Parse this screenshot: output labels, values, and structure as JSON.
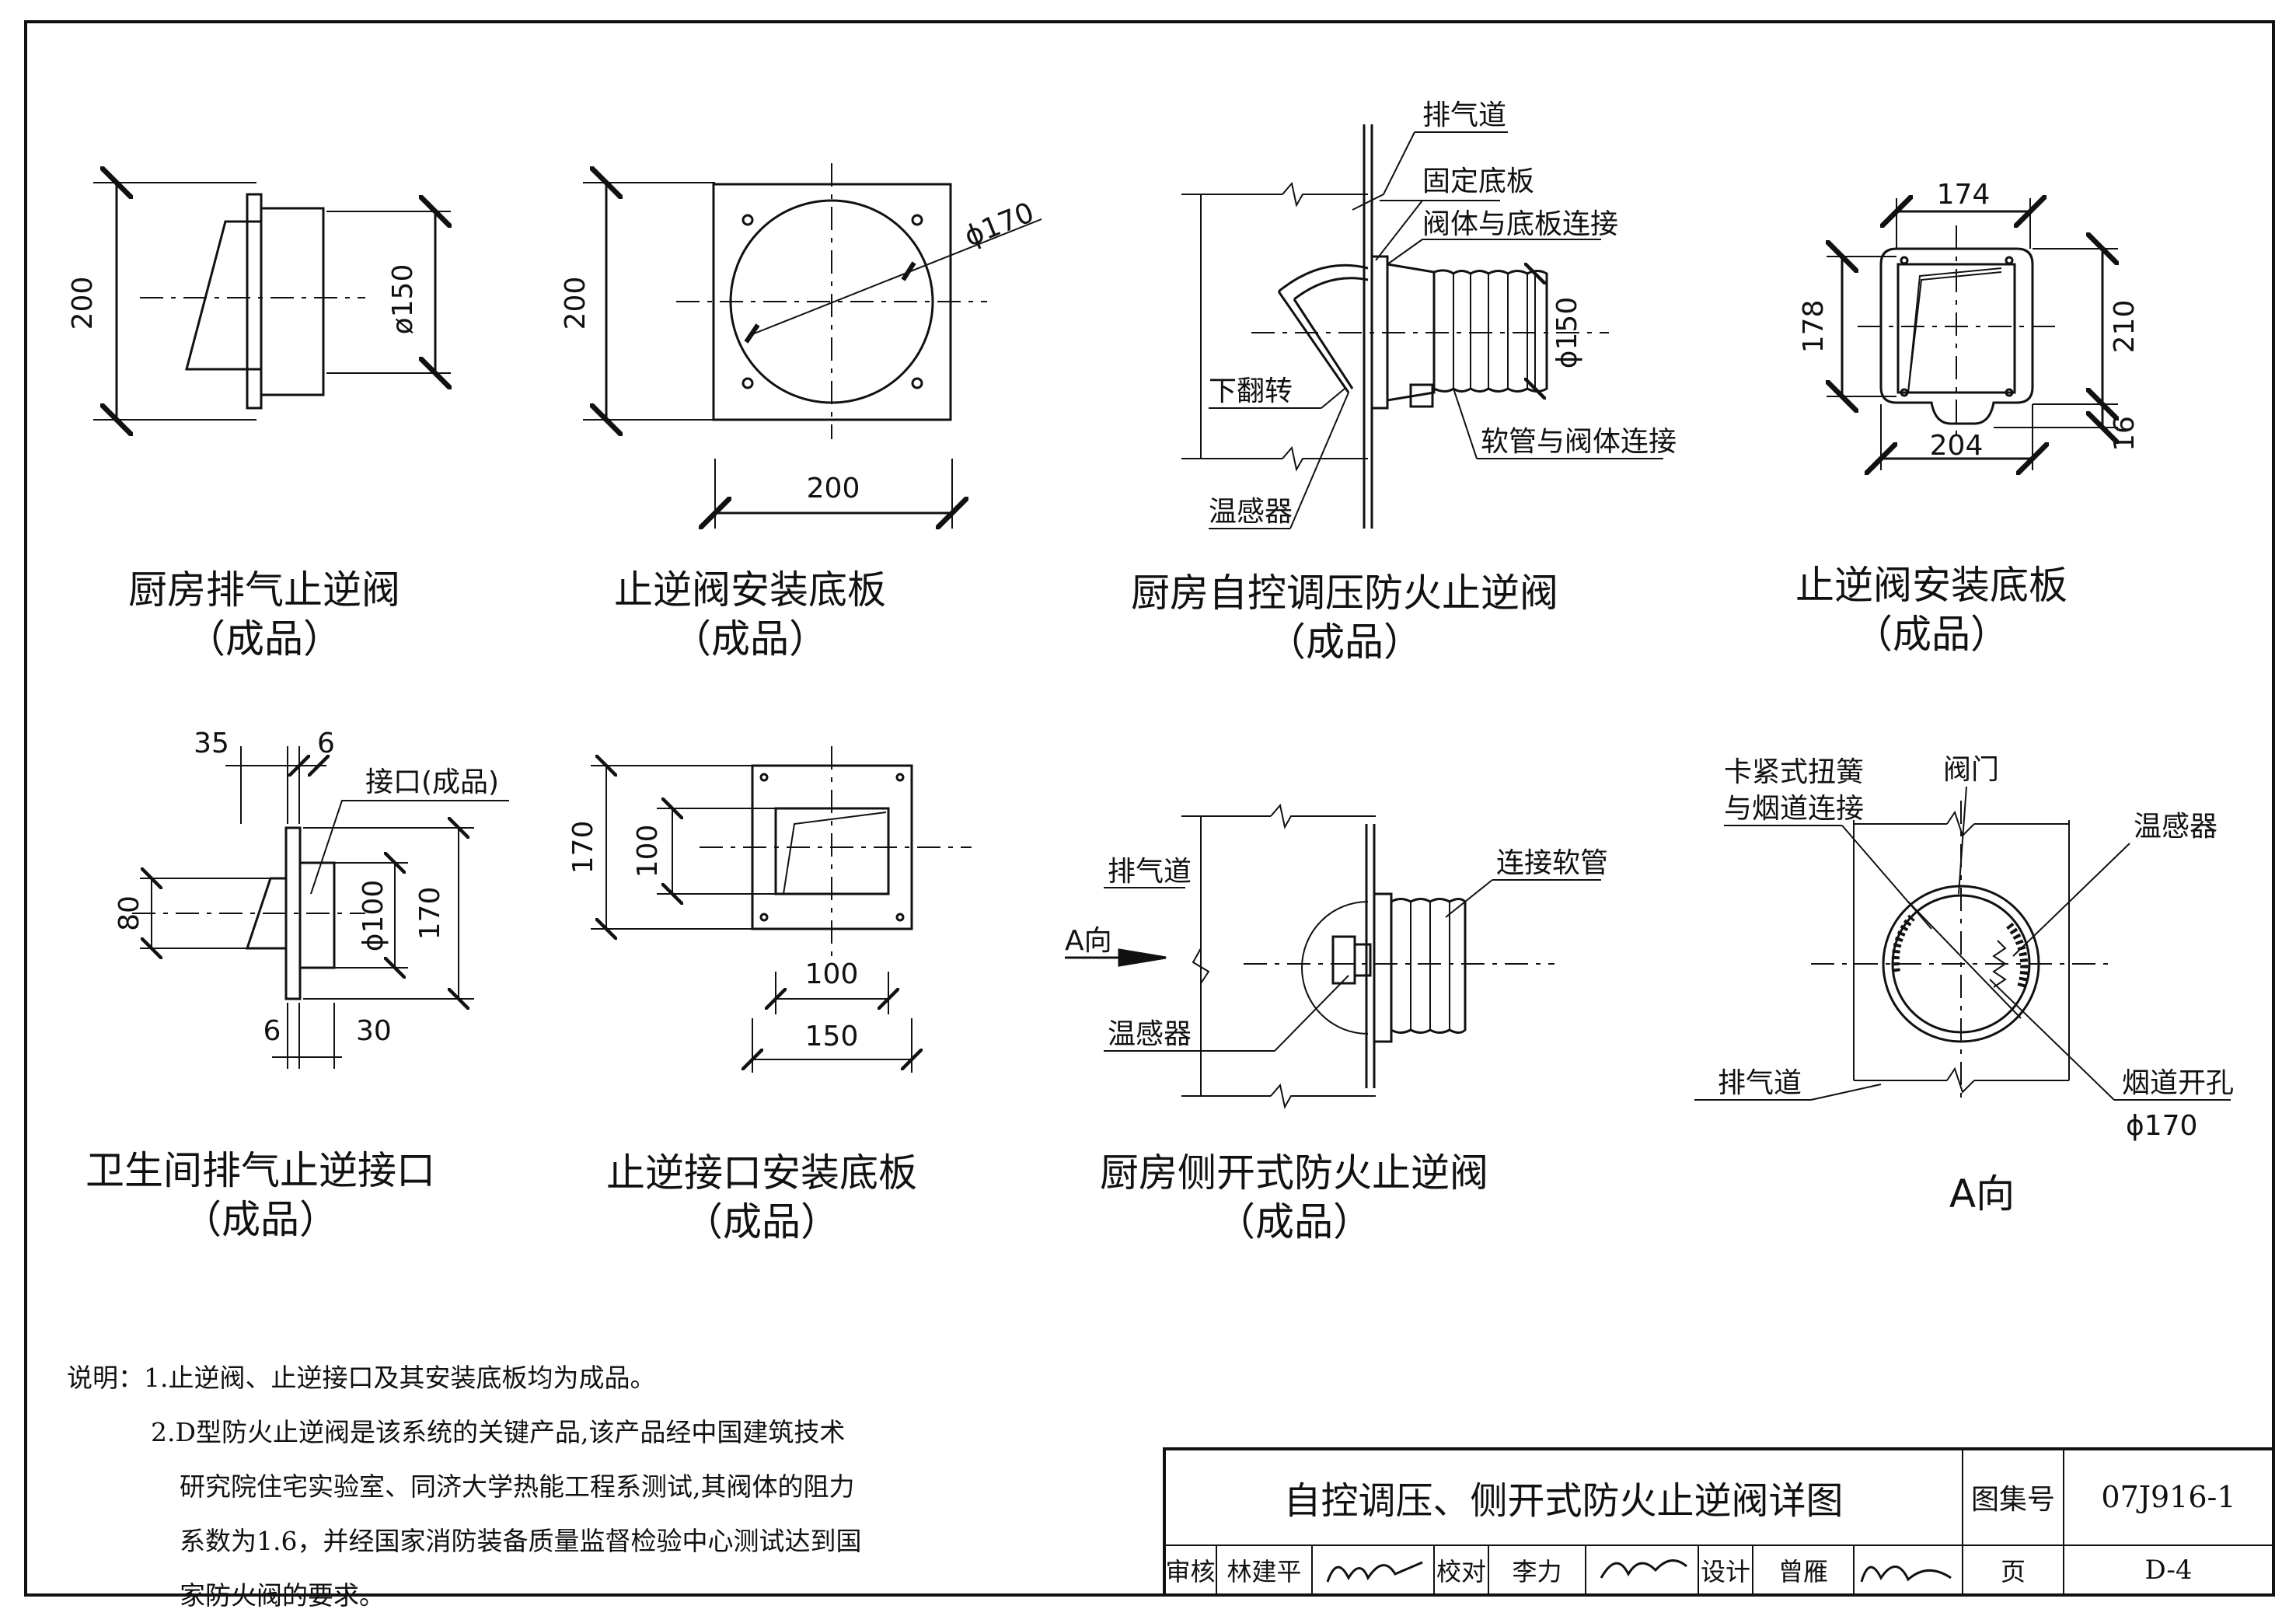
{
  "drawings": [
    {
      "id": "kitchen-exhaust-check-valve",
      "title": "厨房排气止逆阀",
      "subtitle": "（成品）",
      "dims": [
        "200",
        "ø150"
      ]
    },
    {
      "id": "check-valve-mounting-plate-1",
      "title": "止逆阀安装底板",
      "subtitle": "（成品）",
      "dims": [
        "200",
        "200",
        "ϕ170"
      ]
    },
    {
      "id": "kitchen-auto-pressure-fire-check-valve",
      "title": "厨房自控调压防火止逆阀",
      "subtitle": "（成品）",
      "labels": [
        "排气道",
        "固定底板",
        "阀体与底板连接",
        "下翻转",
        "软管与阀体连接",
        "温感器"
      ],
      "dims": [
        "ϕ150"
      ]
    },
    {
      "id": "check-valve-mounting-plate-2",
      "title": "止逆阀安装底板",
      "subtitle": "（成品）",
      "dims": [
        "174",
        "178",
        "210",
        "204",
        "16"
      ]
    },
    {
      "id": "bathroom-exhaust-check-port",
      "title": "卫生间排气止逆接口",
      "subtitle": "（成品）",
      "labels": [
        "接口(成品)"
      ],
      "dims": [
        "35",
        "6",
        "80",
        "ϕ100",
        "170",
        "6",
        "30"
      ]
    },
    {
      "id": "check-port-mounting-plate",
      "title": "止逆接口安装底板",
      "subtitle": "（成品）",
      "dims": [
        "170",
        "100",
        "100",
        "150"
      ]
    },
    {
      "id": "kitchen-side-open-fire-check-valve",
      "title": "厨房侧开式防火止逆阀",
      "subtitle": "（成品）",
      "labels": [
        "排气道",
        "连接软管",
        "A向",
        "温感器"
      ]
    },
    {
      "id": "view-a",
      "title": "A向",
      "subtitle": "",
      "labels": [
        "卡紧式扭簧",
        "与烟道连接",
        "阀门",
        "温感器",
        "排气道",
        "烟道开孔",
        "ϕ170"
      ]
    }
  ],
  "notes": {
    "lead": "说明：",
    "items": [
      "1.止逆阀、止逆接口及其安装底板均为成品。",
      "2.D型防火止逆阀是该系统的关键产品,该产品经中国建筑技术",
      "研究院住宅实验室、同济大学热能工程系测试,其阀体的阻力",
      "系数为1.6，并经国家消防装备质量监督检验中心测试达到国",
      "家防火阀的要求。"
    ]
  },
  "title_block": {
    "title": "自控调压、侧开式防火止逆阀详图",
    "atlas_label": "图集号",
    "atlas_no": "07J916-1",
    "review_label": "审核",
    "reviewer": "林建平",
    "check_label": "校对",
    "checker": "李力",
    "design_label": "设计",
    "designer": "曾雁",
    "page_label": "页",
    "page_no": "D-4"
  }
}
